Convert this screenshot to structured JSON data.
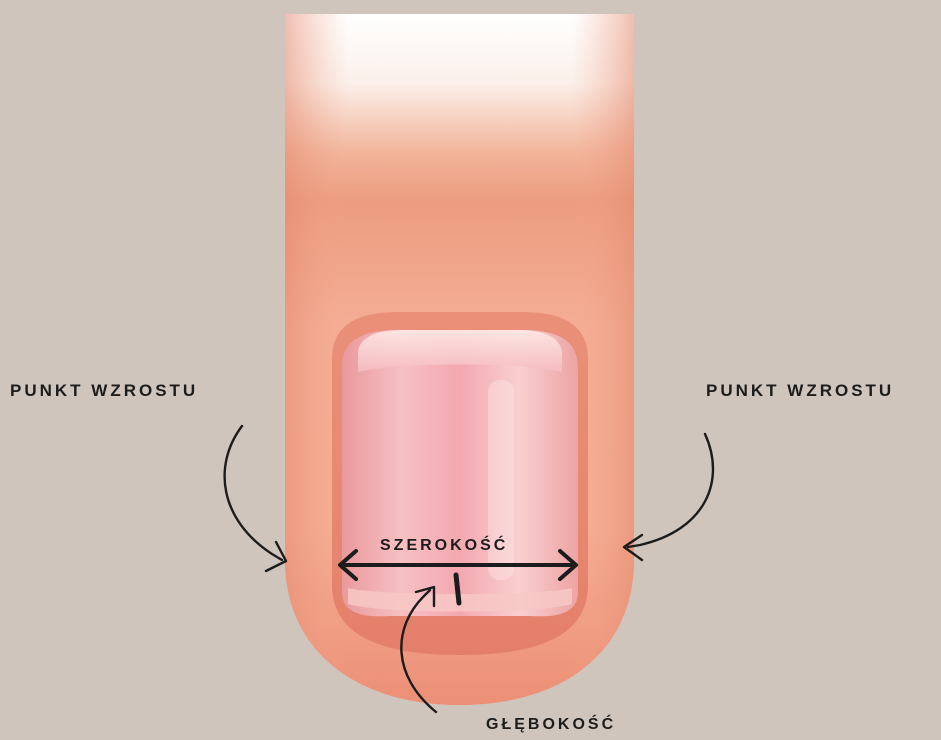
{
  "labels": {
    "growth_point_left": "PUNKT WZROSTU",
    "growth_point_right": "PUNKT WZROSTU",
    "width": "SZEROKOŚĆ",
    "depth": "GŁĘBOKOŚĆ"
  },
  "colors": {
    "background": "#cfc5bc",
    "skin": "#f2a98f",
    "skin_dark": "#e8866a",
    "nail": "#f6b7bd",
    "arrow": "#1c1c1c",
    "text": "#1c1c1c"
  }
}
